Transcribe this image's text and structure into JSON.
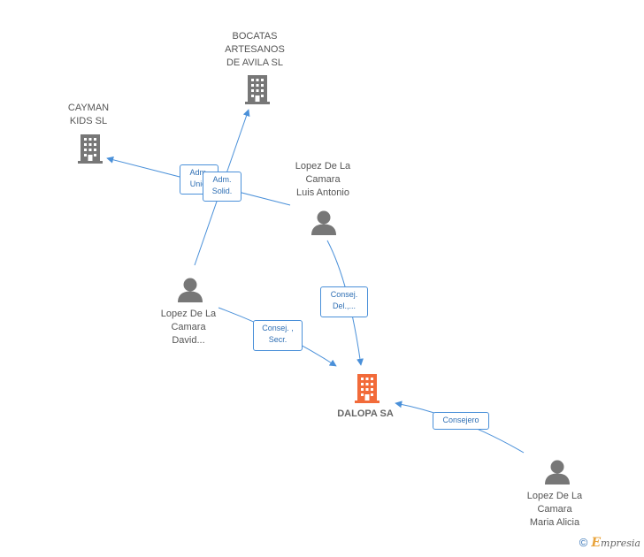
{
  "colors": {
    "company": "#777777",
    "company_main": "#f26b3a",
    "person": "#777777",
    "edge": "#4a90d9"
  },
  "nodes": {
    "bocatas": {
      "label": "BOCATAS\nARTESANOS\nDE AVILA  SL",
      "icon": "building-icon"
    },
    "cayman": {
      "label": "CAYMAN\nKIDS  SL",
      "icon": "building-icon"
    },
    "luis": {
      "label": "Lopez De La\nCamara\nLuis Antonio",
      "icon": "person-icon"
    },
    "david": {
      "label": "Lopez De La\nCamara\nDavid...",
      "icon": "person-icon"
    },
    "dalopa": {
      "label": "DALOPA SA",
      "icon": "building-icon"
    },
    "maria": {
      "label": "Lopez De La\nCamara\nMaria Alicia",
      "icon": "person-icon"
    }
  },
  "edges": {
    "cayman_adm": "Adm.\nUnic.",
    "bocatas_adm": "Adm.\nSolid.",
    "luis_consej": "Consej.\nDel.,...",
    "david_consej": "Consej. ,\nSecr.",
    "maria_consejero": "Consejero"
  },
  "footer": {
    "copyright": "©",
    "brand_initial": "E",
    "brand_rest": "mpresia"
  }
}
